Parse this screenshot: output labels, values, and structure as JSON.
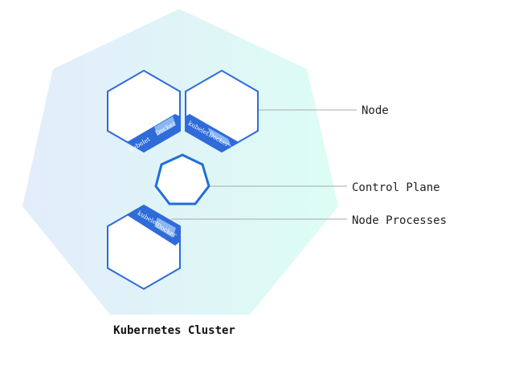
{
  "cluster": {
    "title": "Kubernetes Cluster",
    "gradient_start": "#e3ecfb",
    "gradient_end": "#dcfdf4"
  },
  "colors": {
    "node_stroke": "#2f6bd9",
    "badge_blue": "#2f6bd9",
    "badge_light": "#8db7f2",
    "control_plane_stroke": "#1f6fd8",
    "leader_line": "#aaaaaa"
  },
  "node_badges": {
    "kubelet": "kubelet",
    "docker": "Docker"
  },
  "labels": {
    "node": "Node",
    "control_plane": "Control Plane",
    "node_processes": "Node Processes"
  }
}
